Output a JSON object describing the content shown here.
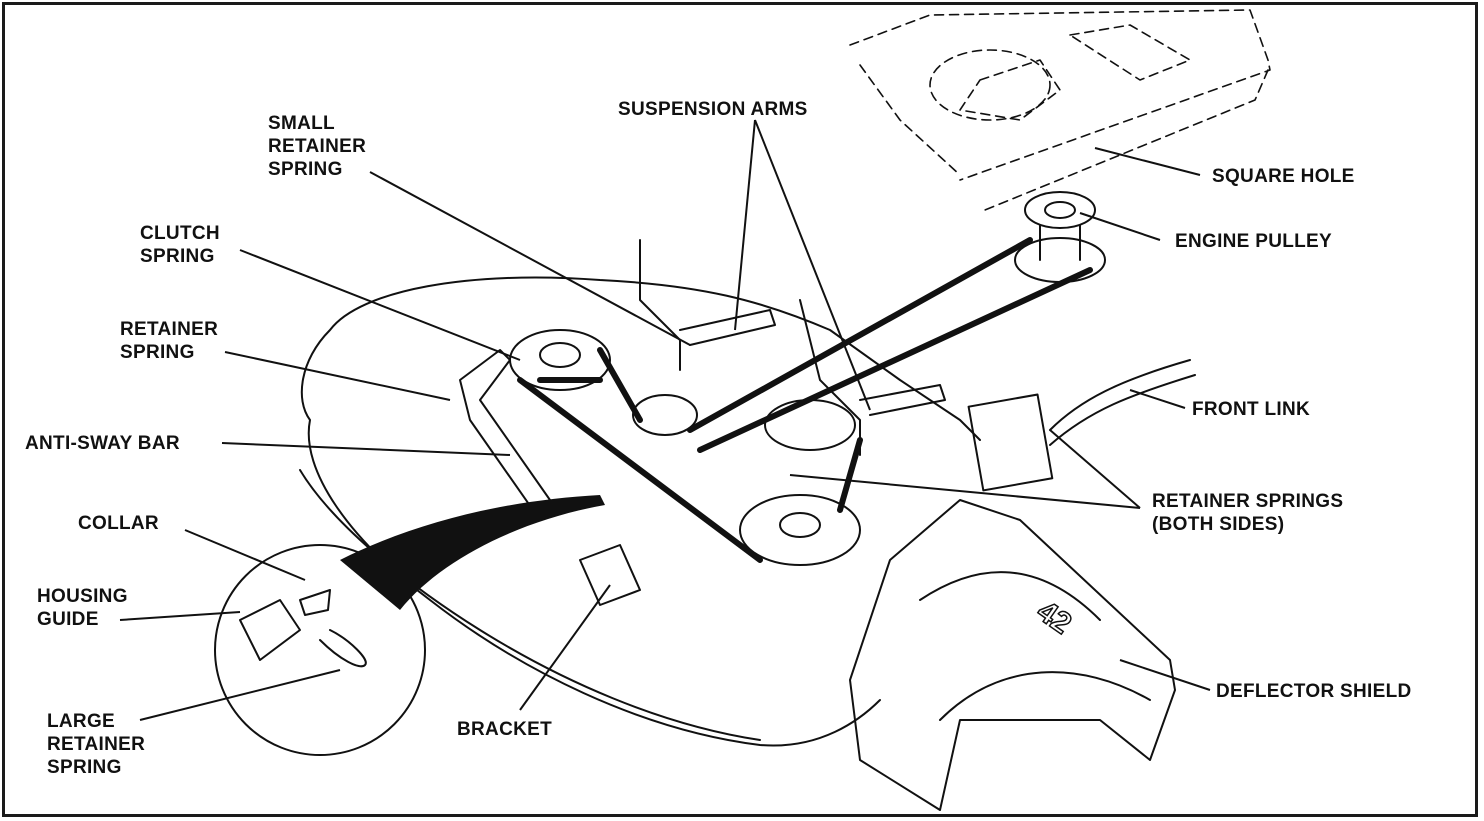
{
  "labels": {
    "small_retainer_spring": "SMALL\nRETAINER\nSPRING",
    "suspension_arms": "SUSPENSION ARMS",
    "square_hole": "SQUARE HOLE",
    "engine_pulley": "ENGINE PULLEY",
    "clutch_spring": "CLUTCH\nSPRING",
    "retainer_spring": "RETAINER\nSPRING",
    "front_link": "FRONT  LINK",
    "anti_sway_bar": "ANTI-SWAY BAR",
    "retainer_springs": "RETAINER SPRINGS\n(BOTH SIDES)",
    "collar": "COLLAR",
    "housing_guide": "HOUSING\nGUIDE",
    "large_retainer_spring": "LARGE\nRETAINER\nSPRING",
    "bracket": "BRACKET",
    "deflector_shield": "DEFLECTOR SHIELD"
  },
  "shield_number": "42",
  "colors": {
    "line": "#111111",
    "background": "#ffffff"
  }
}
